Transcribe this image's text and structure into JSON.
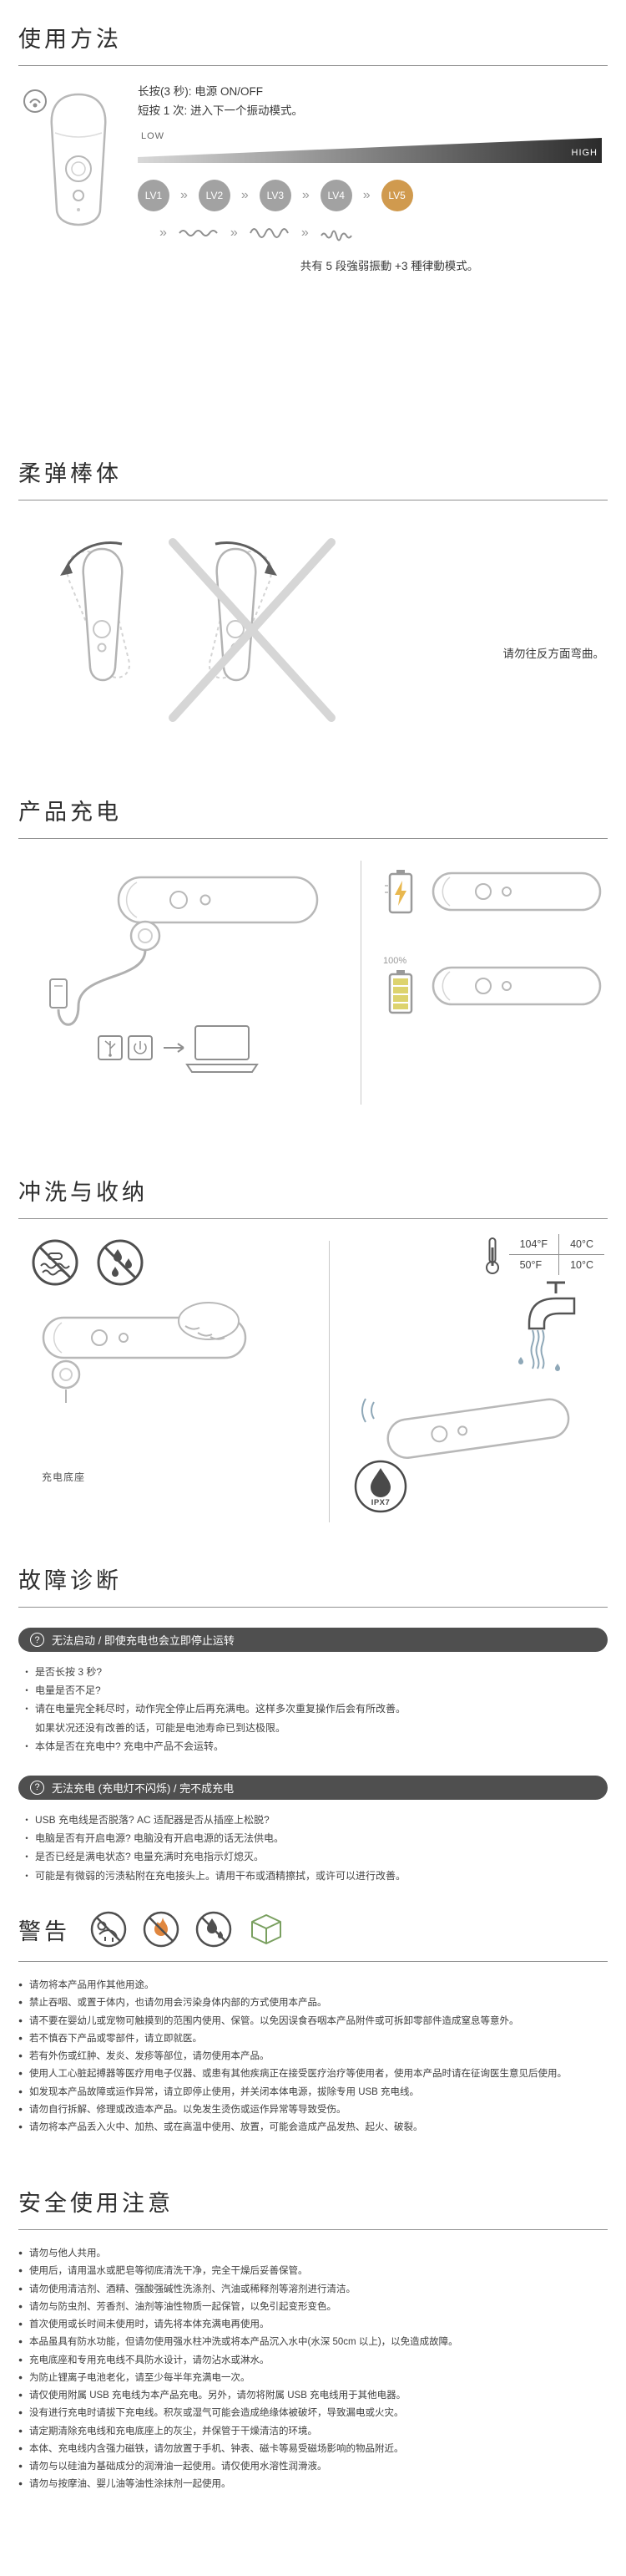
{
  "page": {
    "background": "#ffffff"
  },
  "colors": {
    "heading_text": "#2e2e2e",
    "body_text": "#3f3f3f",
    "rule_line": "#909090",
    "bar_background": "#4f4f4f",
    "level5_accent": "#d09a4e",
    "flame_orange": "#e0873f",
    "cube_green": "#7aa060",
    "battery_full_yellow": "#ddd36e",
    "water_blue_gray": "#8fa8b8",
    "illustration_gray": "#b8b8b8"
  },
  "icons": {
    "question_mark": "?",
    "level_arrow": "»"
  },
  "sections": {
    "usage": {
      "title": "使用方法",
      "press_long": "长按(3 秒): 电源 ON/OFF",
      "press_short": "短按 1 次: 进入下一个振动模式。",
      "low_label": "LOW",
      "high_label": "HIGH",
      "levels": [
        "LV1",
        "LV2",
        "LV3",
        "LV4",
        "LV5"
      ],
      "caption": "共有 5 段強弱振動 +3 種律動模式。"
    },
    "flex": {
      "title": "柔弹棒体",
      "note": "请勿往反方面弯曲。"
    },
    "charge": {
      "title": "产品充电",
      "full_label": "100%"
    },
    "rinse": {
      "title": "冲洗与收纳",
      "base_label": "充电底座",
      "temps": {
        "f_high": "104°F",
        "c_high": "40°C",
        "f_low": "50°F",
        "c_low": "10°C"
      },
      "ipx": "IPX7"
    },
    "trouble": {
      "title": "故障诊断",
      "blocks": [
        {
          "bar": "无法启动 / 即使充电也会立即停止运转",
          "items": [
            "是否长按 3 秒?",
            "电量是否不足?",
            "请在电量完全耗尽时，动作完全停止后再充满电。这样多次重复操作后会有所改善。",
            "如果状况还没有改善的话，可能是电池寿命已到达极限。",
            "本体是否在充电中? 充电中产品不会运转。"
          ]
        },
        {
          "bar": "无法充电 (充电灯不闪烁) / 完不成充电",
          "items": [
            "USB 充电线是否脱落? AC 适配器是否从插座上松脱?",
            "电脑是否有开启电源? 电脑没有开启电源的话无法供电。",
            "是否已经是满电状态? 电量充满时充电指示灯熄灭。",
            "可能是有微弱的污渍粘附在充电接头上。请用干布或酒精擦拭，或许可以进行改善。"
          ]
        }
      ]
    },
    "warning": {
      "title": "警告",
      "items": [
        "请勿将本产品用作其他用途。",
        "禁止吞咽、或置于体内，也请勿用会污染身体内部的方式使用本产品。",
        "请不要在婴幼儿或宠物可触摸到的范围内使用、保管。以免因误食吞咽本产品附件或可拆卸零部件造成窒息等意外。",
        "若不慎吞下产品或零部件，请立即就医。",
        "若有外伤或红肿、发炎、发疹等部位，请勿使用本产品。",
        "使用人工心脏起搏器等医疗用电子仪器、或患有其他疾病正在接受医疗治疗等使用者，使用本产品时请在征询医生意见后使用。",
        "如发现本产品故障或运作异常，请立即停止使用，并关闭本体电源，拔除专用 USB 充电线。",
        "请勿自行拆解、修理或改造本产品。以免发生烫伤或运作异常等导致受伤。",
        "请勿将本产品丢入火中、加热、或在高温中使用、放置，可能会造成产品发热、起火、破裂。"
      ]
    },
    "safety": {
      "title": "安全使用注意",
      "items": [
        "请勿与他人共用。",
        "使用后，请用温水或肥皂等彻底清洗干净，完全干燥后妥善保管。",
        "请勿使用清洁剂、酒精、强酸强碱性洗涤剂、汽油或稀释剂等溶剂进行清洁。",
        "请勿与防虫剂、芳香剂、油剂等油性物质一起保管，以免引起变形变色。",
        "首次使用或长时间未使用时，请先将本体充满电再使用。",
        "本品虽具有防水功能，但请勿使用强水柱冲洗或将本产品沉入水中(水深 50cm 以上)，以免造成故障。",
        "充电底座和专用充电线不具防水设计，请勿沾水或淋水。",
        "为防止锂离子电池老化，请至少每半年充满电一次。",
        "请仅使用附属 USB 充电线为本产品充电。另外，请勿将附属 USB 充电线用于其他电器。",
        "没有进行充电时请拔下充电线。积灰或湿气可能会造成绝缘体被破坏，导致漏电或火灾。",
        "请定期清除充电线和充电底座上的灰尘，并保管于干燥清洁的环境。",
        "本体、充电线内含强力磁铁，请勿放置于手机、钟表、磁卡等易受磁场影响的物品附近。",
        "请勿与以硅油为基础成分的润滑油一起使用。请仅使用水溶性润滑液。",
        "请勿与按摩油、婴儿油等油性涂抹剂一起使用。"
      ]
    }
  }
}
